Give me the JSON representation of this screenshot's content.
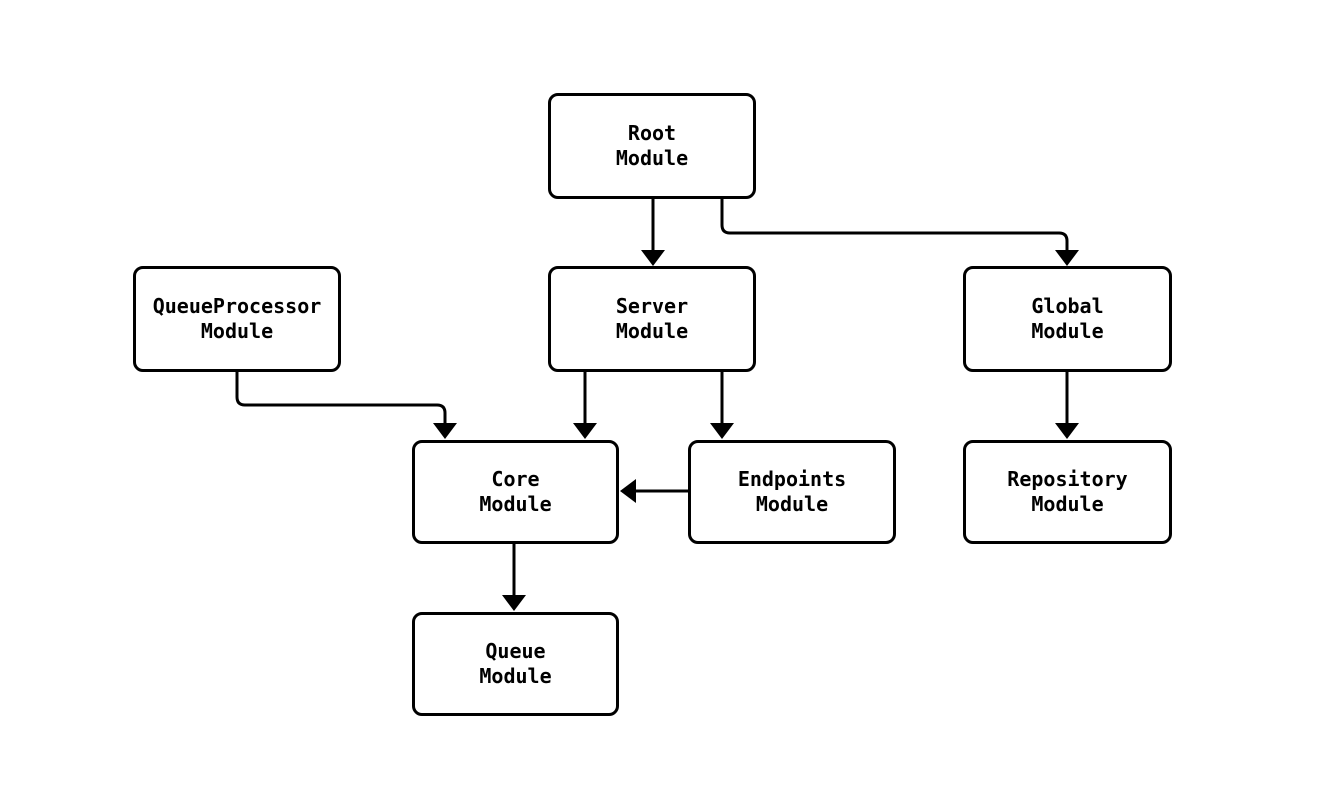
{
  "diagram": {
    "type": "flowchart",
    "background_color": "#ffffff",
    "line_color": "#000000",
    "node_fill": "#ffffff",
    "nodes": [
      {
        "id": "root",
        "label": "Root\nModule"
      },
      {
        "id": "queueprocessor",
        "label": "QueueProcessor\nModule"
      },
      {
        "id": "server",
        "label": "Server\nModule"
      },
      {
        "id": "global",
        "label": "Global\nModule"
      },
      {
        "id": "core",
        "label": "Core\nModule"
      },
      {
        "id": "endpoints",
        "label": "Endpoints\nModule"
      },
      {
        "id": "repository",
        "label": "Repository\nModule"
      },
      {
        "id": "queue",
        "label": "Queue\nModule"
      }
    ],
    "edges": [
      {
        "from": "Root Module",
        "to": "Server Module"
      },
      {
        "from": "Root Module",
        "to": "Global Module"
      },
      {
        "from": "QueueProcessor Module",
        "to": "Core Module"
      },
      {
        "from": "Server Module",
        "to": "Core Module"
      },
      {
        "from": "Server Module",
        "to": "Endpoints Module"
      },
      {
        "from": "Endpoints Module",
        "to": "Core Module"
      },
      {
        "from": "Global Module",
        "to": "Repository Module"
      },
      {
        "from": "Core Module",
        "to": "Queue Module"
      }
    ]
  }
}
